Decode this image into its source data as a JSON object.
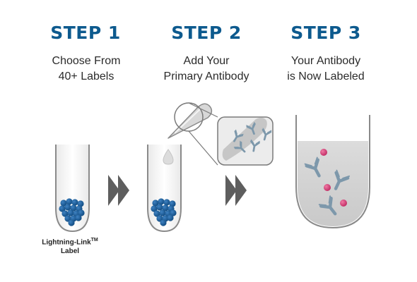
{
  "steps": [
    {
      "title": "STEP 1",
      "lines": [
        "Choose From",
        "40+ Labels"
      ]
    },
    {
      "title": "STEP 2",
      "lines": [
        "Add Your",
        "Primary Antibody"
      ]
    },
    {
      "title": "STEP 3",
      "lines": [
        "Your Antibody",
        "is Now Labeled"
      ]
    }
  ],
  "label_caption": {
    "name": "Lightning-Link",
    "mark": "TM",
    "line2": "Label"
  },
  "colors": {
    "title": "#0d5a8e",
    "bead": "#1a5b96",
    "antibody": "#7d98ab",
    "label_dot": "#d9417a",
    "arrow": "#5e5e5e",
    "liquid": "#d3d3d3"
  }
}
